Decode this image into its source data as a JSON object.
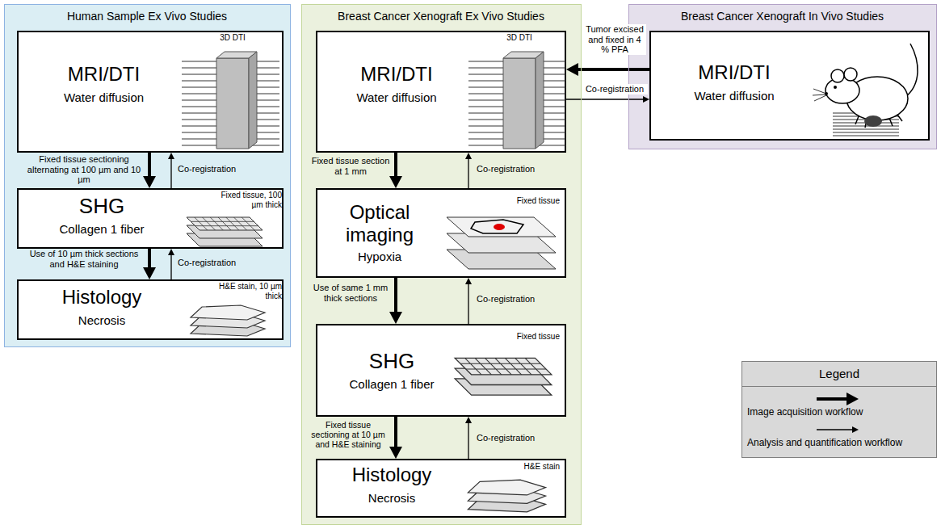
{
  "diagram": {
    "nodes": [
      {
        "text": [
          "Human Sample Ex Vivo Studies"
        ]
      },
      {
        "text": [
          "MRI/DTI",
          "Water diffusion",
          "3D DTI"
        ],
        "in": 0
      },
      {
        "text": [
          "SHG",
          "Collagen 1 fiber",
          "Fixed tissue, 100 µm thick"
        ],
        "in": 0
      },
      {
        "text": [
          "Histology",
          "Necrosis",
          "H&E stain, 10 µm thick"
        ],
        "in": 0
      },
      {
        "text": [
          "Breast Cancer Xenograft Ex Vivo Studies"
        ]
      },
      {
        "text": [
          "MRI/DTI",
          "Water diffusion",
          "3D DTI"
        ],
        "in": 4
      },
      {
        "text": [
          "Optical imaging",
          "Hypoxia",
          "Fixed tissue"
        ],
        "in": 4
      },
      {
        "text": [
          "SHG",
          "Collagen 1 fiber",
          "Fixed tissue"
        ],
        "in": 4
      },
      {
        "text": [
          "Histology",
          "Necrosis",
          "H&E stain"
        ],
        "in": 4
      },
      {
        "text": [
          "Breast Cancer Xenograft In Vivo Studies"
        ]
      },
      {
        "text": [
          "MRI/DTI",
          "Water diffusion"
        ],
        "in": 9
      }
    ],
    "edges": [
      {
        "from": 1,
        "to": 2,
        "arrow": "to",
        "label": "Fixed tissue sectioning alternating at 100 µm and 10 µm"
      },
      {
        "from": 2,
        "to": 1,
        "arrow": "to",
        "label": "Co-registration"
      },
      {
        "from": 2,
        "to": 3,
        "arrow": "to",
        "label": "Use of 10 µm thick sections and H&E staining"
      },
      {
        "from": 3,
        "to": 2,
        "arrow": "to",
        "label": "Co-registration"
      },
      {
        "from": 5,
        "to": 6,
        "arrow": "to",
        "label": "Fixed tissue section at 1 mm"
      },
      {
        "from": 6,
        "to": 5,
        "arrow": "to",
        "label": "Co-registration"
      },
      {
        "from": 6,
        "to": 7,
        "arrow": "to",
        "label": "Use of same 1 mm thick sections"
      },
      {
        "from": 7,
        "to": 6,
        "arrow": "to",
        "label": "Co-registration"
      },
      {
        "from": 7,
        "to": 8,
        "arrow": "to",
        "label": "Fixed tissue sectioning at 10 µm and H&E staining"
      },
      {
        "from": 8,
        "to": 7,
        "arrow": "to",
        "label": "Co-registration"
      },
      {
        "from": 10,
        "to": 5,
        "arrow": "to",
        "label": "Tumor excised and fixed in 4 % PFA"
      },
      {
        "from": 5,
        "to": 10,
        "arrow": "to",
        "label": "Co-registration"
      }
    ],
    "labels": [
      "Legend"
    ],
    "legend": [
      {
        "text": "Image acquisition workflow"
      },
      {
        "text": "Analysis and quantification workflow"
      }
    ]
  }
}
